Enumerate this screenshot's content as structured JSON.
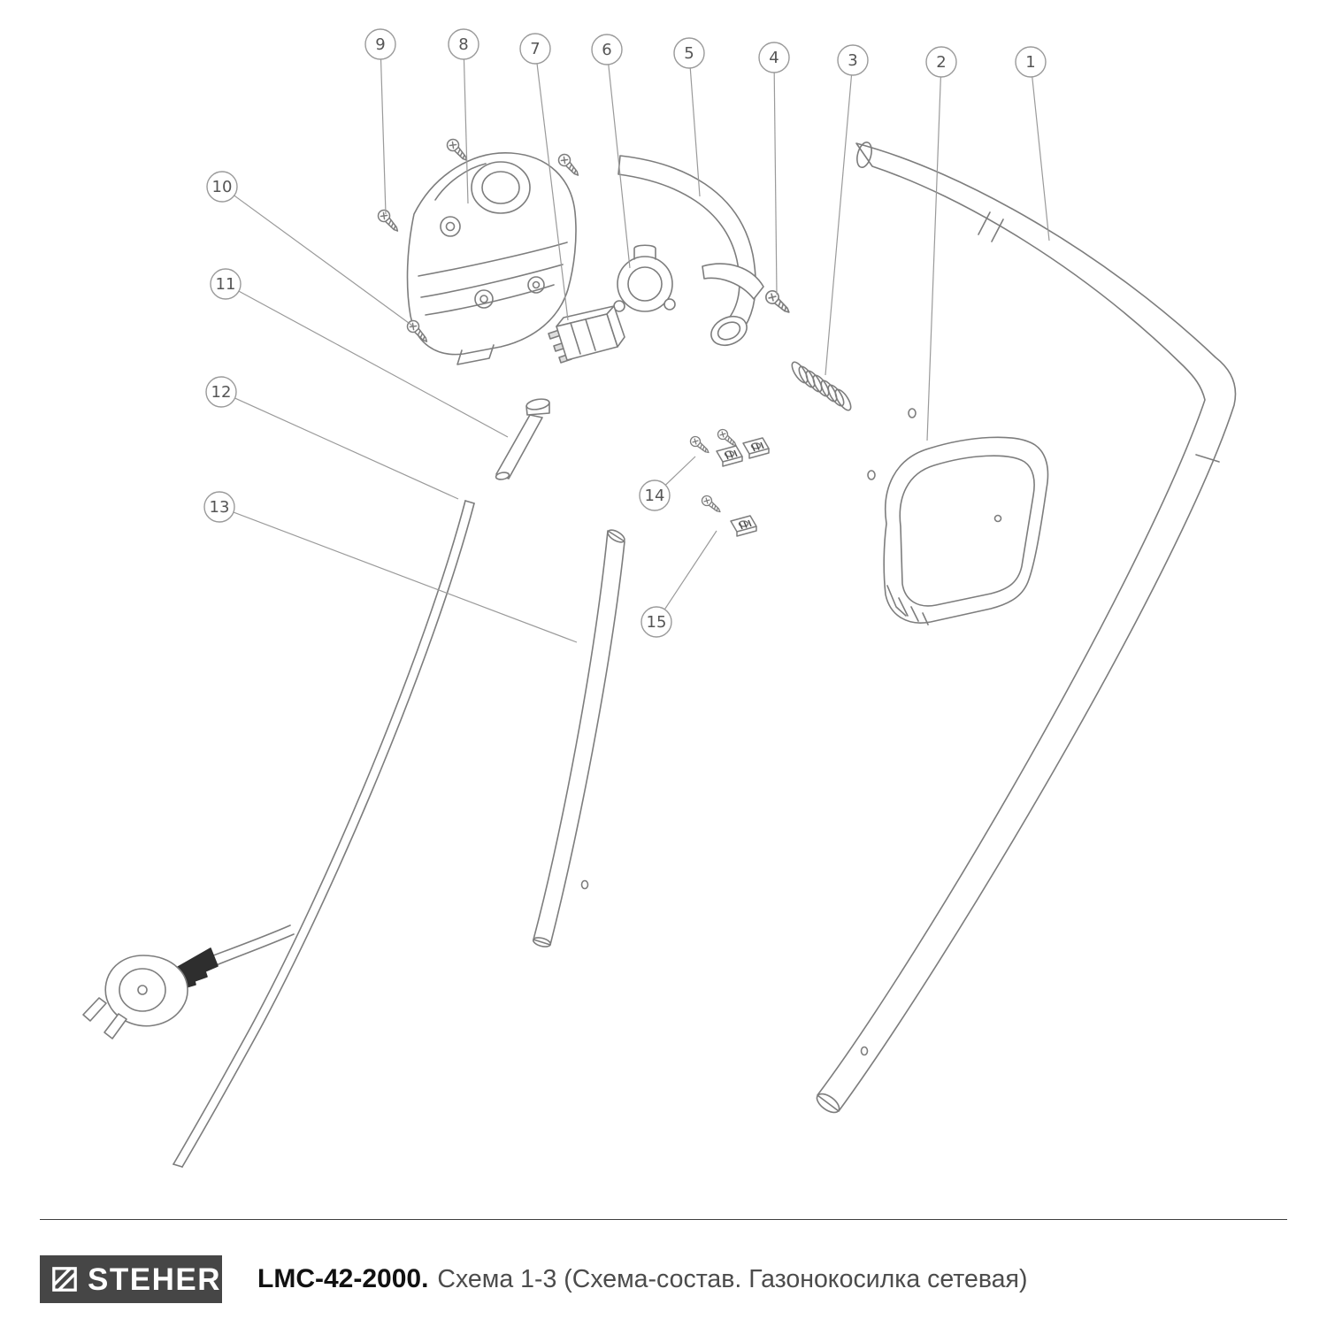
{
  "diagram": {
    "callouts": [
      "1",
      "2",
      "3",
      "4",
      "5",
      "6",
      "7",
      "8",
      "9",
      "10",
      "11",
      "12",
      "13",
      "14",
      "15"
    ]
  },
  "footer": {
    "brand": "STEHER",
    "model": "LMC-42-2000.",
    "subtitle": "Схема 1-3 (Схема-состав. Газонокосилка сетевая)"
  },
  "icons": {
    "logo": "hatched-square-icon"
  },
  "colors": {
    "diagram_line": "#7d7d7d",
    "callout_stroke": "#9a9a9a",
    "callout_text": "#555555",
    "logo_background": "#464646",
    "logo_text": "#ffffff",
    "title_model": "#111111",
    "title_subtitle": "#4c4c4c"
  }
}
